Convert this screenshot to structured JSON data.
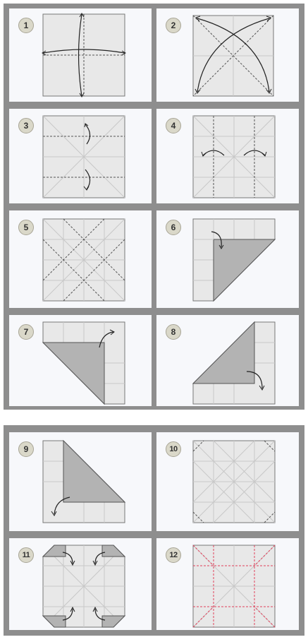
{
  "steps": [
    {
      "number": "1"
    },
    {
      "number": "2"
    },
    {
      "number": "3"
    },
    {
      "number": "4"
    },
    {
      "number": "5"
    },
    {
      "number": "6"
    },
    {
      "number": "7"
    },
    {
      "number": "8"
    },
    {
      "number": "9"
    },
    {
      "number": "10"
    },
    {
      "number": "11"
    },
    {
      "number": "12"
    }
  ],
  "colors": {
    "paper": "#e8e8e8",
    "flap": "#b3b3b3",
    "crease": "#c8c8c8",
    "fold_line": "#555555",
    "arrow": "#222222",
    "highlight": "#e0405a",
    "frame": "#8e8e8e"
  }
}
